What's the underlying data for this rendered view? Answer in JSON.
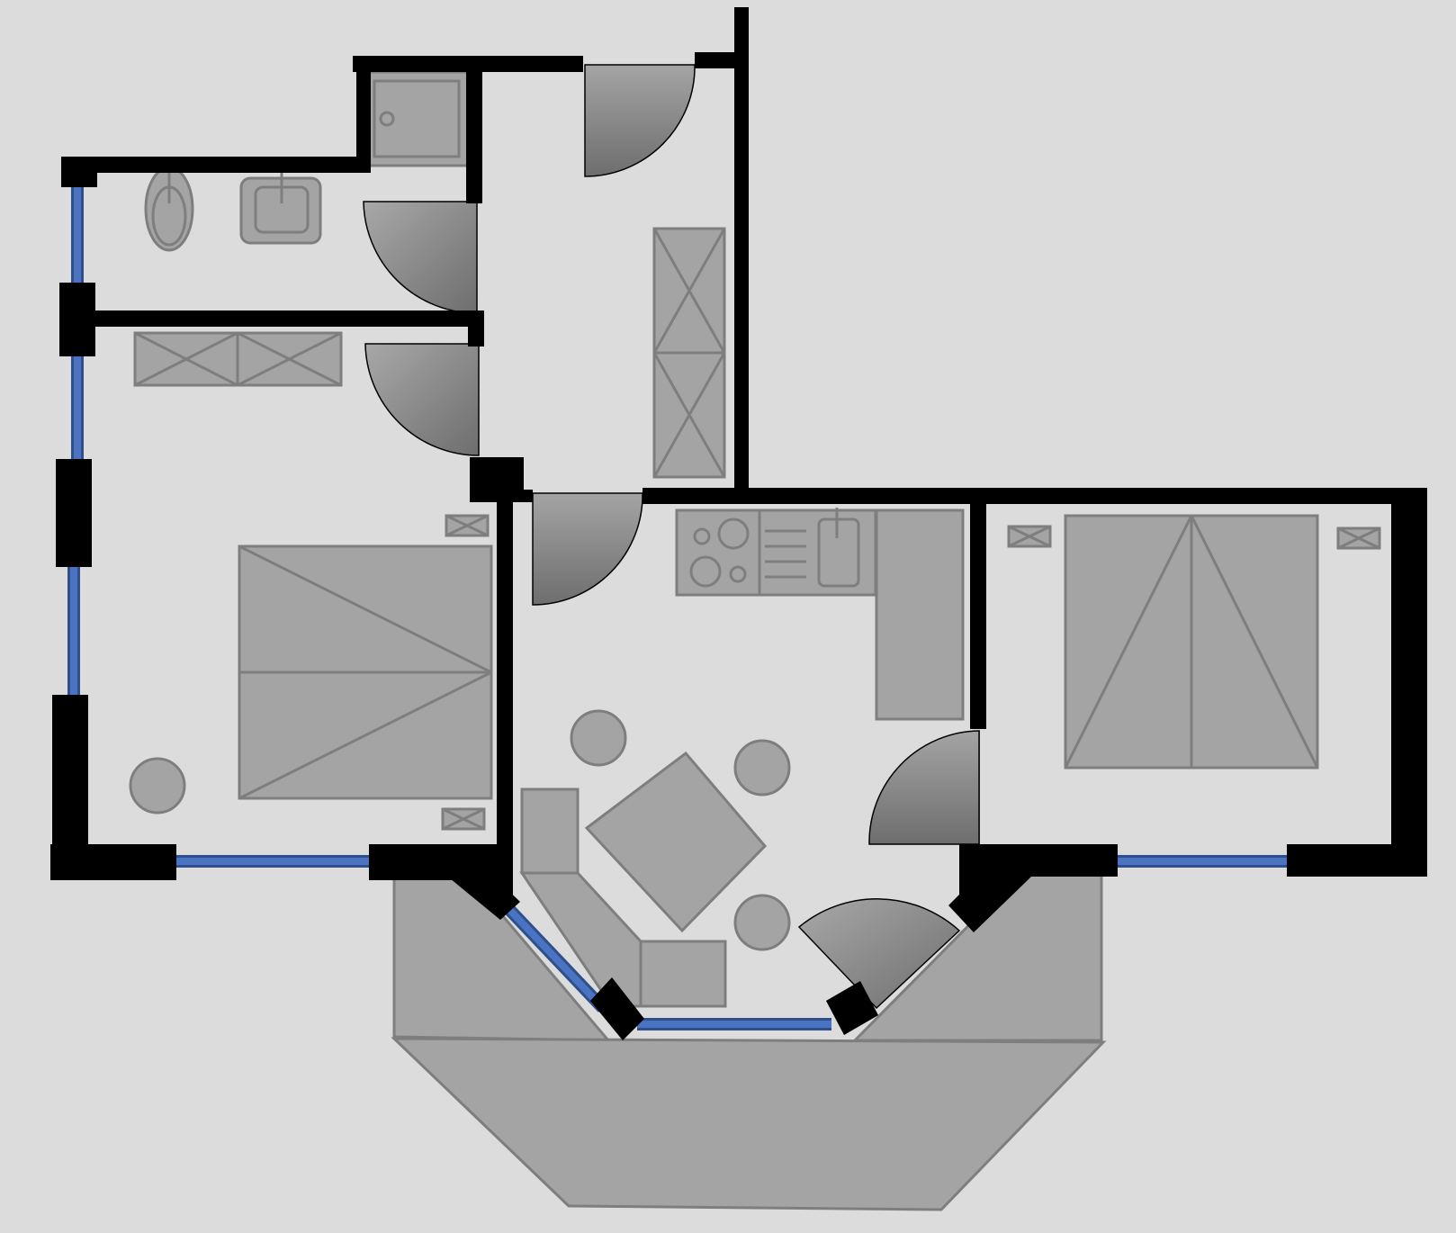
{
  "plan": {
    "colors": {
      "background": "#dcdcdc",
      "wall": "#000000",
      "furniture_fill": "#a4a4a4",
      "furniture_stroke": "#7e7e7e",
      "window": "#4a74c2",
      "door_gradient_light": "#a8a8a8",
      "door_gradient_dark": "#6e6e6e"
    },
    "rooms": [
      "bathroom",
      "wardrobe",
      "hallway",
      "bedroom",
      "living-kitchen",
      "second-bedroom",
      "balcony"
    ],
    "icons": [
      "toilet-icon",
      "washbasin-icon",
      "shower-icon",
      "cooktop-icon",
      "kitchen-sink-icon",
      "dining-table-icon",
      "chair-icon",
      "double-bed-icon",
      "nightstand-icon",
      "sofa-icon",
      "wardrobe-icon",
      "door-swing-icon",
      "window-icon"
    ]
  }
}
